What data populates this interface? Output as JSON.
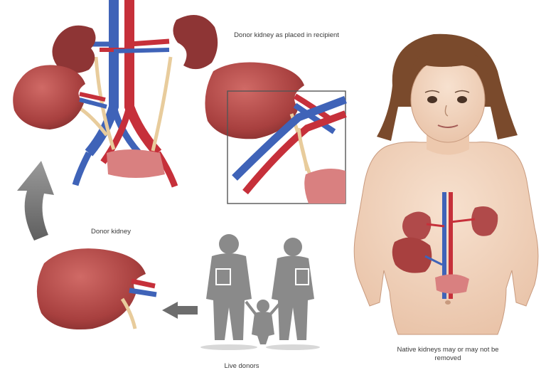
{
  "labels": {
    "donor_kidney_placed": "Donor kidney as placed in recipient",
    "donor_kidney": "Donor kidney",
    "live_donors": "Live donors",
    "native_kidneys": "Native kidneys may or may not be removed"
  },
  "colors": {
    "kidney": "#b04a4a",
    "kidney_dark": "#8e3535",
    "artery": "#c6303a",
    "vein": "#3f63b8",
    "ureter": "#e8cc9c",
    "skin": "#f3d7c2",
    "hair": "#7a4a2c",
    "silhouette": "#8a8a8a",
    "arrow": "#7b7b7b",
    "bladder": "#d98080"
  }
}
